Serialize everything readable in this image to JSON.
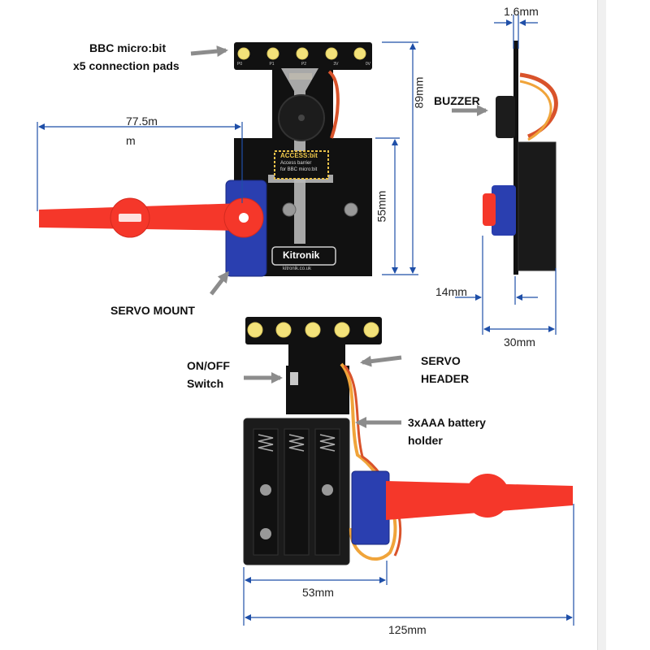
{
  "callouts": {
    "pads_line1": "BBC micro:bit",
    "pads_line2": "x5 connection pads",
    "buzzer": "BUZZER",
    "servo_mount": "SERVO MOUNT",
    "switch_line1": "ON/OFF",
    "switch_line2": "Switch",
    "header_line1": "SERVO",
    "header_line2": "HEADER",
    "battery_line1": "3xAAA battery",
    "battery_line2": "holder"
  },
  "dimensions": {
    "width_front_line1": "77.5m",
    "width_front_line2": "m",
    "height_total": "89mm",
    "height_lower": "55mm",
    "thickness_pcb": "1.6mm",
    "side_offset": "14mm",
    "side_depth": "30mm",
    "back_width": "53mm",
    "overall_width": "125mm"
  },
  "board": {
    "brand": "Kitronik",
    "brand_url": "kitronik.co.uk",
    "product": "ACCESS:bit",
    "product_sub1": "Access barrier",
    "product_sub2": "for BBC micro:bit",
    "pad_labels": [
      "P0",
      "P1",
      "P2",
      "3V",
      "0V"
    ]
  },
  "colors": {
    "pcb": "#111111",
    "pad": "#f3e27a",
    "arm": "#f5372a",
    "servo": "#2a3fb0",
    "dimension_line": "#1f4fa8",
    "arrow": "#8c8c8c"
  }
}
